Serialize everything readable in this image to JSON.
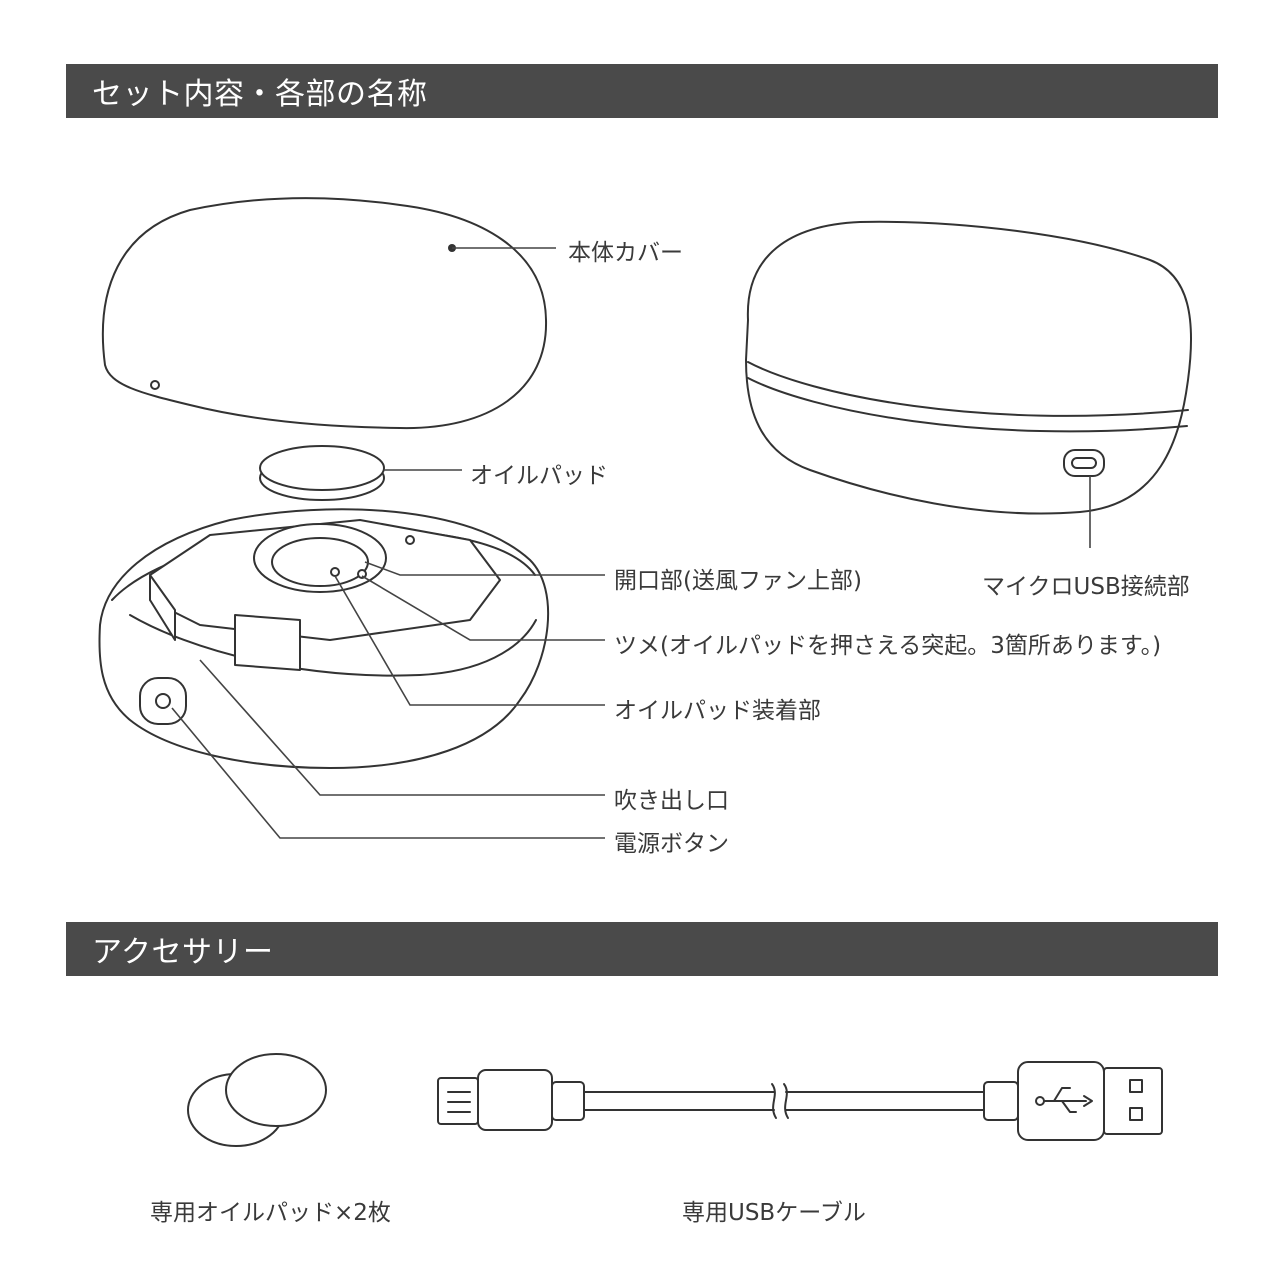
{
  "sections": {
    "parts_title": "セット内容・各部の名称",
    "accessory_title": "アクセサリー"
  },
  "labels": {
    "cover": "本体カバー",
    "oil_pad": "オイルパッド",
    "opening": "開口部(送風ファン上部)",
    "tab": "ツメ(オイルパッドを押さえる突起。3箇所あります。)",
    "pad_mount": "オイルパッド装着部",
    "outlet": "吹き出し口",
    "power": "電源ボタン",
    "micro_usb": "マイクロUSB接続部"
  },
  "accessories": {
    "pads": "専用オイルパッド×2枚",
    "cable": "専用USBケーブル"
  },
  "colors": {
    "bar": "#4a4a4a",
    "line": "#333333"
  }
}
